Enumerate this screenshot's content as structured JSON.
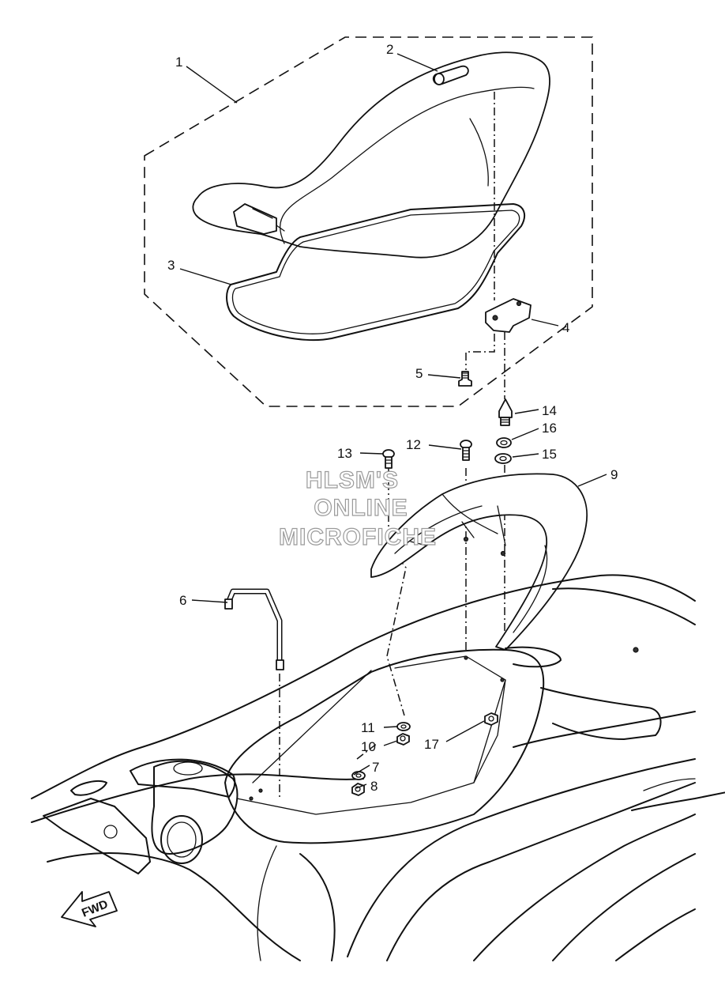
{
  "callouts": [
    {
      "label": "1"
    },
    {
      "label": "2"
    },
    {
      "label": "3"
    },
    {
      "label": "4"
    },
    {
      "label": "5"
    },
    {
      "label": "6"
    },
    {
      "label": "7"
    },
    {
      "label": "8"
    },
    {
      "label": "9"
    },
    {
      "label": "10"
    },
    {
      "label": "11"
    },
    {
      "label": "12"
    },
    {
      "label": "13"
    },
    {
      "label": "14"
    },
    {
      "label": "15"
    },
    {
      "label": "16"
    },
    {
      "label": "17"
    }
  ],
  "watermark": {
    "line1": "HLSM'S",
    "line2": "ONLINE",
    "line3": "MICROFICHE"
  },
  "direction_arrow": {
    "label": "FWD"
  }
}
